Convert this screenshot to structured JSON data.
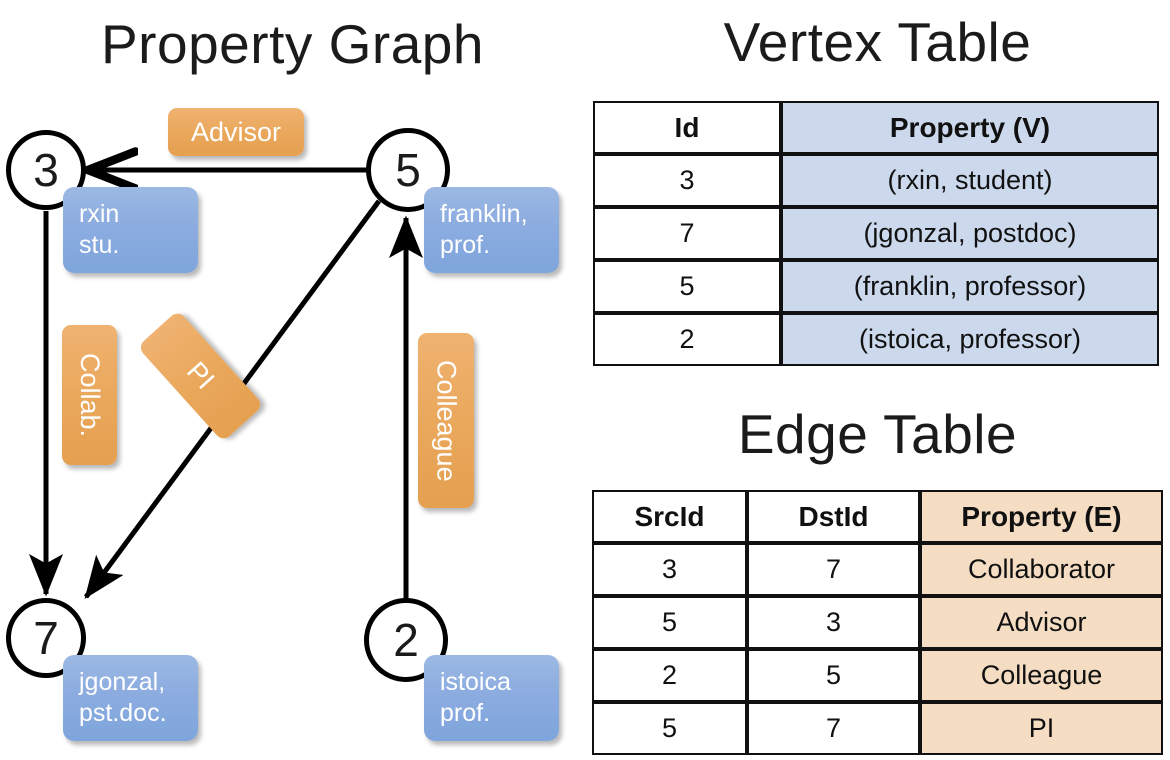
{
  "titles": {
    "property_graph": "Property Graph",
    "vertex_table": "Vertex Table",
    "edge_table": "Edge Table"
  },
  "graph": {
    "nodes": [
      {
        "id": "3",
        "property": "rxin\nstu.",
        "prop_line1": "rxin",
        "prop_line2": "stu."
      },
      {
        "id": "5",
        "property": "franklin,\nprof.",
        "prop_line1": "franklin,",
        "prop_line2": "prof."
      },
      {
        "id": "7",
        "property": "jgonzal,\npst.doc.",
        "prop_line1": "jgonzal,",
        "prop_line2": "pst.doc."
      },
      {
        "id": "2",
        "property": "istoica\nprof.",
        "prop_line1": "istoica",
        "prop_line2": "prof."
      }
    ],
    "edges": [
      {
        "src": "5",
        "dst": "3",
        "label": "Advisor",
        "orientation": "horizontal"
      },
      {
        "src": "3",
        "dst": "7",
        "label": "Collab.",
        "orientation": "vertical"
      },
      {
        "src": "5",
        "dst": "7",
        "label": "PI",
        "orientation": "diagonal"
      },
      {
        "src": "2",
        "dst": "5",
        "label": "Colleague",
        "orientation": "vertical"
      }
    ]
  },
  "vertex_table": {
    "headers": [
      "Id",
      "Property (V)"
    ],
    "rows": [
      {
        "id": "3",
        "property": "(rxin, student)"
      },
      {
        "id": "7",
        "property": "(jgonzal, postdoc)"
      },
      {
        "id": "5",
        "property": "(franklin, professor)"
      },
      {
        "id": "2",
        "property": "(istoica, professor)"
      }
    ]
  },
  "edge_table": {
    "headers": [
      "SrcId",
      "DstId",
      "Property (E)"
    ],
    "rows": [
      {
        "src": "3",
        "dst": "7",
        "property": "Collaborator"
      },
      {
        "src": "5",
        "dst": "3",
        "property": "Advisor"
      },
      {
        "src": "2",
        "dst": "5",
        "property": "Colleague"
      },
      {
        "src": "5",
        "dst": "7",
        "property": "PI"
      }
    ]
  },
  "colors": {
    "vertex_property_fill": "#8cace0",
    "edge_label_fill": "#eaa85c",
    "vertex_table_property_bg": "#ccd9ed",
    "edge_table_property_bg": "#f5ddc3",
    "stroke": "#000000",
    "background": "#ffffff"
  }
}
